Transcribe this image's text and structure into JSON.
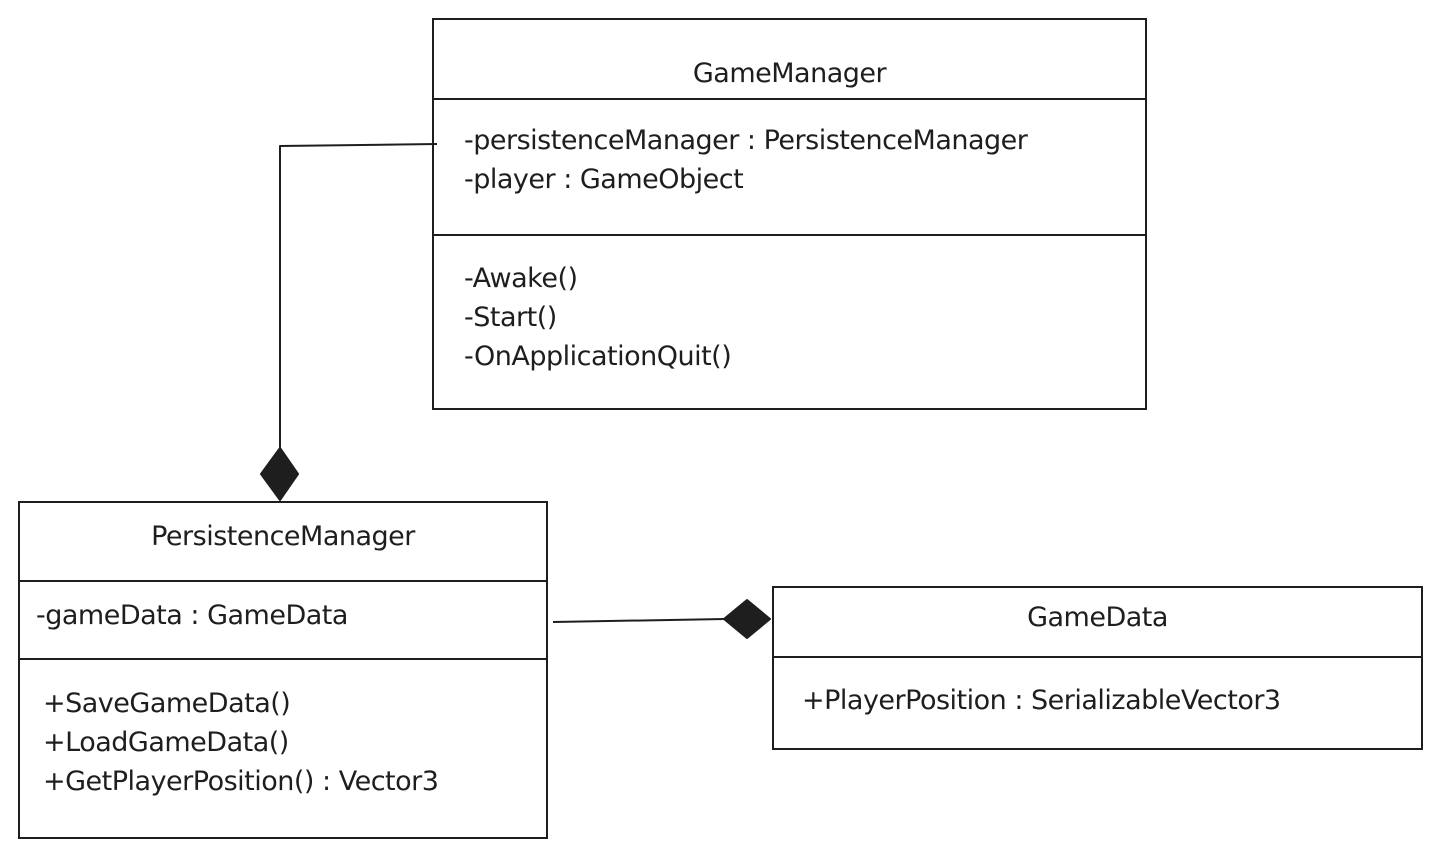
{
  "classes": {
    "game_manager": {
      "name": "GameManager",
      "attributes": [
        "-persistenceManager : PersistenceManager",
        "-player : GameObject"
      ],
      "operations": [
        "-Awake()",
        "-Start()",
        "-OnApplicationQuit()"
      ]
    },
    "persistence_manager": {
      "name": "PersistenceManager",
      "attributes": [
        "-gameData : GameData"
      ],
      "operations": [
        "+SaveGameData()",
        "+LoadGameData()",
        "+GetPlayerPosition() : Vector3"
      ]
    },
    "game_data": {
      "name": "GameData",
      "attributes": [
        "+PlayerPosition : SerializableVector3"
      ],
      "operations": []
    }
  },
  "relationships": [
    {
      "type": "composition",
      "whole": "PersistenceManager",
      "part": "GameManager"
    },
    {
      "type": "composition",
      "whole": "GameData",
      "part": "PersistenceManager"
    }
  ],
  "colors": {
    "stroke": "#1e1e1e",
    "background": "#ffffff"
  }
}
